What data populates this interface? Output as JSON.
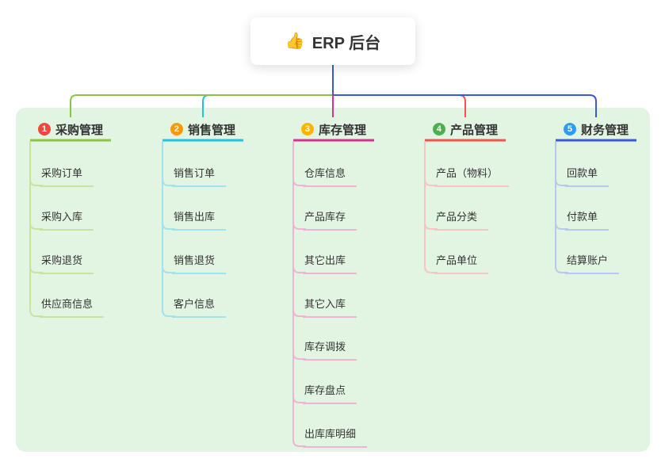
{
  "root": {
    "icon": "👍",
    "label": "ERP 后台"
  },
  "branches": [
    {
      "badge": "1",
      "label": "采购管理",
      "line_color": "#8bc34a",
      "child_line_color": "#c7e49e",
      "badge_color": "#f5463d",
      "children": [
        "采购订单",
        "采购入库",
        "采购退货",
        "供应商信息"
      ]
    },
    {
      "badge": "2",
      "label": "销售管理",
      "line_color": "#22c3d6",
      "child_line_color": "#9fe3ec",
      "badge_color": "#ff9800",
      "children": [
        "销售订单",
        "销售出库",
        "销售退货",
        "客户信息"
      ]
    },
    {
      "badge": "3",
      "label": "库存管理",
      "line_color": "#d6338f",
      "child_line_color": "#f0b3d4",
      "badge_color": "#ffb300",
      "children": [
        "仓库信息",
        "产品库存",
        "其它出库",
        "其它入库",
        "库存调拨",
        "库存盘点",
        "出库库明细"
      ]
    },
    {
      "badge": "4",
      "label": "产品管理",
      "line_color": "#f0544f",
      "child_line_color": "#f6c5c3",
      "badge_color": "#4caf50",
      "children": [
        "产品（物料）",
        "产品分类",
        "产品单位"
      ]
    },
    {
      "badge": "5",
      "label": "财务管理",
      "line_color": "#3e57da",
      "child_line_color": "#bac8f0",
      "badge_color": "#2f9bf4",
      "children": [
        "回款单",
        "付款单",
        "结算账户"
      ]
    }
  ],
  "colors": {
    "panel_bg": "#e2f5e2",
    "root_connector": "#3e57da"
  }
}
